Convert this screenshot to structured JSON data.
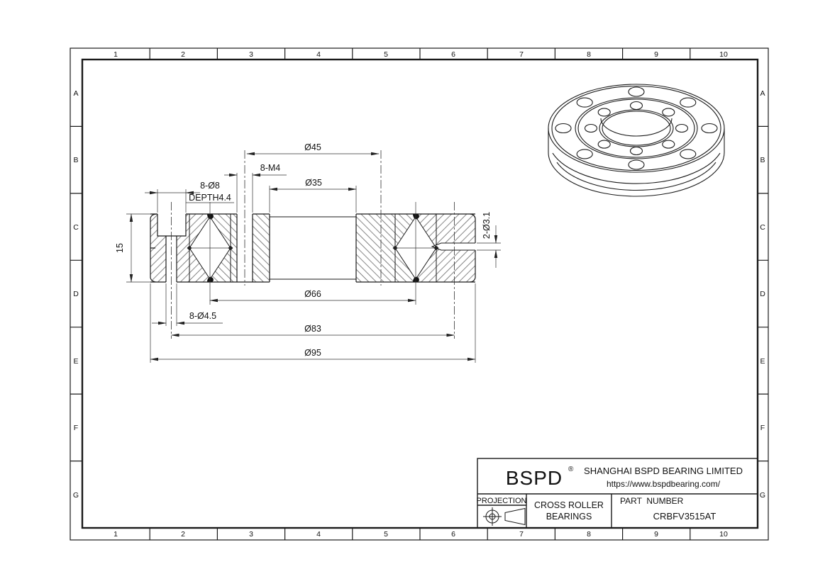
{
  "page": {
    "background": "#ffffff",
    "line_color": "#1a1a1a"
  },
  "zones": {
    "cols": [
      "1",
      "2",
      "3",
      "4",
      "5",
      "6",
      "7",
      "8",
      "9",
      "10"
    ],
    "rows": [
      "A",
      "B",
      "C",
      "D",
      "E",
      "F",
      "G"
    ]
  },
  "section_view": {
    "dim_tap_circle": "Ø45",
    "dim_tapped_holes": "8-M4",
    "dim_bore": "Ø35",
    "dim_counterbore": "8-Ø8",
    "dim_counterbore_depth": "DEPTH4.4",
    "dim_height": "15",
    "dim_grease_holes": "2-Ø3.1",
    "dim_roller_pitch": "Ø66",
    "dim_mount_holes": "8-Ø4.5",
    "dim_bolt_circle": "Ø83",
    "dim_outer_diameter": "Ø95"
  },
  "title_block": {
    "brand": "BSPD",
    "registered_mark": "®",
    "company": "SHANGHAI BSPD BEARING LIMITED",
    "website": "https://www.bspdbearing.com/",
    "projection_label": "PROJECTION",
    "product_line1": "CROSS ROLLER",
    "product_line2": "BEARINGS",
    "part_number_label": "PART  NUMBER",
    "part_number": "CRBFV3515AT"
  }
}
